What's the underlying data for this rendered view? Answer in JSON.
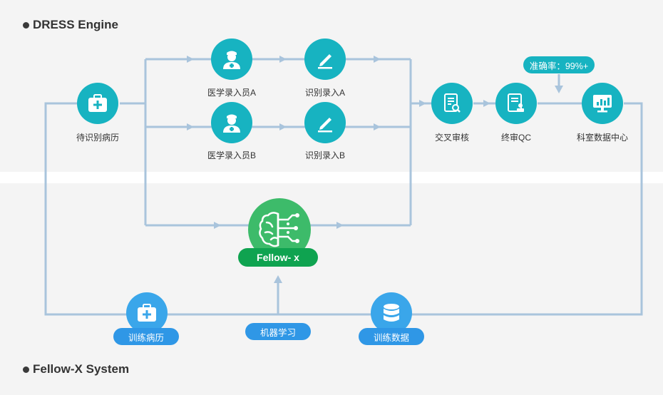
{
  "sections": {
    "top_title": "DRESS Engine",
    "bottom_title": "Fellow-X System"
  },
  "nodes": {
    "pending_records": "待识别病历",
    "entry_a": "医学录入员A",
    "recognize_a": "识别录入A",
    "entry_b": "医学录入员B",
    "recognize_b": "识别录入B",
    "cross_review": "交叉审核",
    "final_qc": "终审QC",
    "data_center": "科室数据中心"
  },
  "badges": {
    "accuracy": "准确率：99%+",
    "fellow": "Fellow- x",
    "training_records": "训练病历",
    "machine_learning": "机器学习",
    "training_data": "训练数据"
  },
  "colors": {
    "teal": "#17b3c1",
    "blue": "#2f97e6",
    "green": "#3dbb6a",
    "dark_green": "#0fa350",
    "line": "#a9c4dc"
  },
  "icons": {
    "pending_records": "medical-kit-icon",
    "entry": "doctor-icon",
    "recognize": "pen-icon",
    "cross_review": "document-search-icon",
    "final_qc": "document-stamp-icon",
    "data_center": "monitor-chart-icon",
    "fellow": "brain-circuit-icon",
    "training_data": "database-icon"
  }
}
